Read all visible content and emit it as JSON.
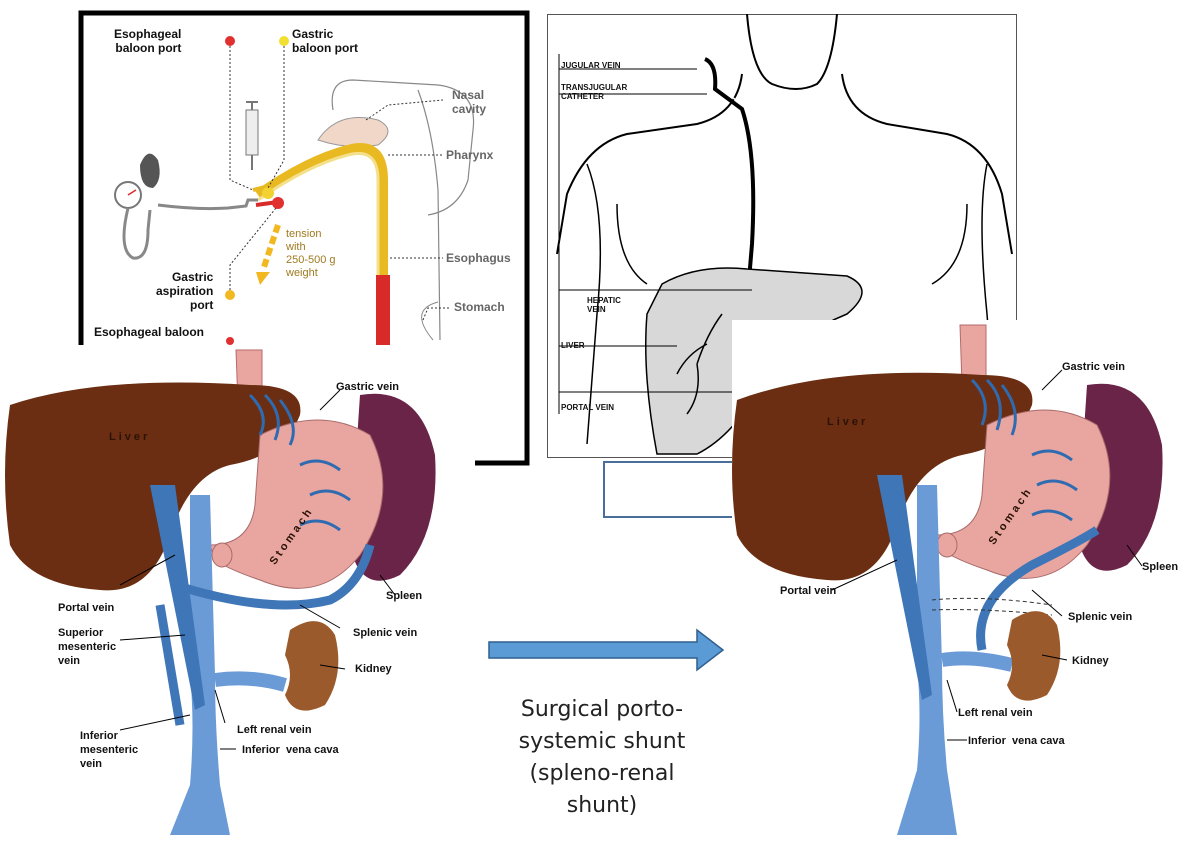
{
  "balloon_panel": {
    "esophageal_port": "Esophageal baloon port",
    "esophageal_port_l1": "Esophageal",
    "esophageal_port_l2": "baloon port",
    "gastric_port_l1": "Gastric",
    "gastric_port_l2": "baloon port",
    "nasal_l1": "Nasal",
    "nasal_l2": "cavity",
    "pharynx": "Pharynx",
    "esophagus": "Esophagus",
    "stomach": "Stomach",
    "tension_l1": "tension",
    "tension_l2": "with",
    "tension_l3": "250-500 g",
    "tension_l4": "weight",
    "aspiration_l1": "Gastric",
    "aspiration_l2": "aspiration",
    "aspiration_l3": "port",
    "esoph_balloon_cut": "Esophageal baloon",
    "colors": {
      "tube": "#e8b920",
      "red": "#e03030",
      "yellow": "#f2d230"
    }
  },
  "tips_panel": {
    "jugular": "JUGULAR VEIN",
    "catheter_l1": "TRANSJUGULAR",
    "catheter_l2": "CATHETER",
    "hepatic_l1": "HEPATIC",
    "hepatic_l2": "VEIN",
    "liver": "LIVER",
    "portal": "PORTAL VEIN"
  },
  "left_panel": {
    "liver": "Liver",
    "stomach": "Stomach",
    "gastric_vein": "Gastric vein",
    "portal_vein": "Portal vein",
    "spleen": "Spleen",
    "splenic_vein": "Splenic vein",
    "sup_mes_l1": "Superior",
    "sup_mes_l2": "mesenteric",
    "sup_mes_l3": "vein",
    "kidney": "Kidney",
    "inf_mes_l1": "Inferior",
    "inf_mes_l2": "mesenteric",
    "inf_mes_l3": "vein",
    "left_renal": "Left renal vein",
    "ivc": "Inferior  vena cava"
  },
  "right_panel": {
    "liver": "Liver",
    "stomach": "Stomach",
    "gastric_vein": "Gastric vein",
    "spleen": "Spleen",
    "portal_vein": "Portal vein",
    "splenic_vein": "Splenic vein",
    "kidney": "Kidney",
    "left_renal": "Left renal vein",
    "ivc": "Inferior  vena cava"
  },
  "caption": {
    "l1": "Surgical porto-",
    "l2": "systemic shunt",
    "l3": "(spleno-renal",
    "l4": "shunt)"
  },
  "colors": {
    "liver": "#6b2e12",
    "vein": "#3f76b8",
    "stomach": "#e9a6a0",
    "spleen": "#6a2448",
    "kidney": "#9b5a2c",
    "arrow": "#5b9bd5"
  }
}
